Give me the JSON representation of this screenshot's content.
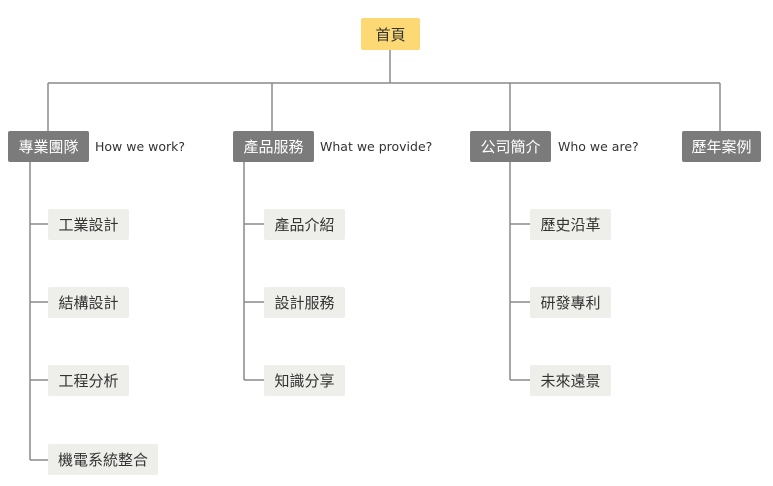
{
  "root": {
    "label": "首頁"
  },
  "categories": [
    {
      "label": "專業團隊",
      "description": "How we work?",
      "items": [
        "工業設計",
        "結構設計",
        "工程分析",
        "機電系統整合"
      ]
    },
    {
      "label": "產品服務",
      "description": "What we provide?",
      "items": [
        "產品介紹",
        "設計服務",
        "知識分享"
      ]
    },
    {
      "label": "公司簡介",
      "description": "Who we are?",
      "items": [
        "歷史沿革",
        "研發專利",
        "未來遠景"
      ]
    },
    {
      "label": "歷年案例",
      "items": []
    }
  ],
  "colors": {
    "root_fill": "#fcd974",
    "category_fill": "#7b7b7b",
    "item_fill": "#eeeeea",
    "connector": "#8a8a8a"
  }
}
